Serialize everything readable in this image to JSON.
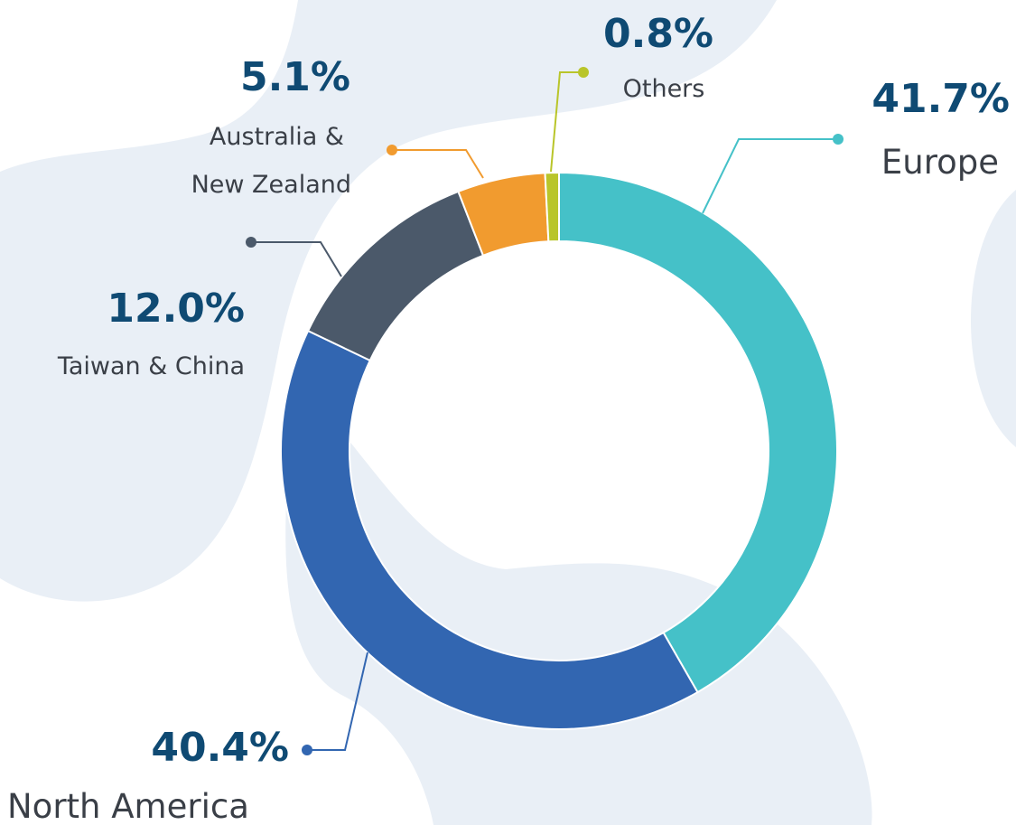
{
  "chart_data": {
    "type": "pie",
    "donut": true,
    "title": "",
    "slices": [
      {
        "name": "Europe",
        "value": 41.7,
        "label": "41.7%",
        "color": "#45c1c8"
      },
      {
        "name": "North America",
        "value": 40.4,
        "label": "40.4%",
        "color": "#3266b1"
      },
      {
        "name": "Taiwan & China",
        "value": 12.0,
        "label": "12.0%",
        "color": "#4b596a"
      },
      {
        "name": "Australia & New Zealand",
        "value": 5.1,
        "label": "5.1%",
        "color": "#f19b2f"
      },
      {
        "name": "Others",
        "value": 0.8,
        "label": "0.8%",
        "color": "#b9c52a"
      }
    ],
    "labels": {
      "europe": {
        "pct": "41.7%",
        "name": "Europe"
      },
      "north_america": {
        "pct": "40.4%",
        "name": "North America"
      },
      "taiwan_china": {
        "pct": "12.0%",
        "name": "Taiwan & China"
      },
      "australia_nz": {
        "pct": "5.1%",
        "line1": "Australia &",
        "line2": "New Zealand"
      },
      "others": {
        "pct": "0.8%",
        "name": "Others"
      }
    },
    "legend": "callouts",
    "background_color": "#e9eff6"
  }
}
